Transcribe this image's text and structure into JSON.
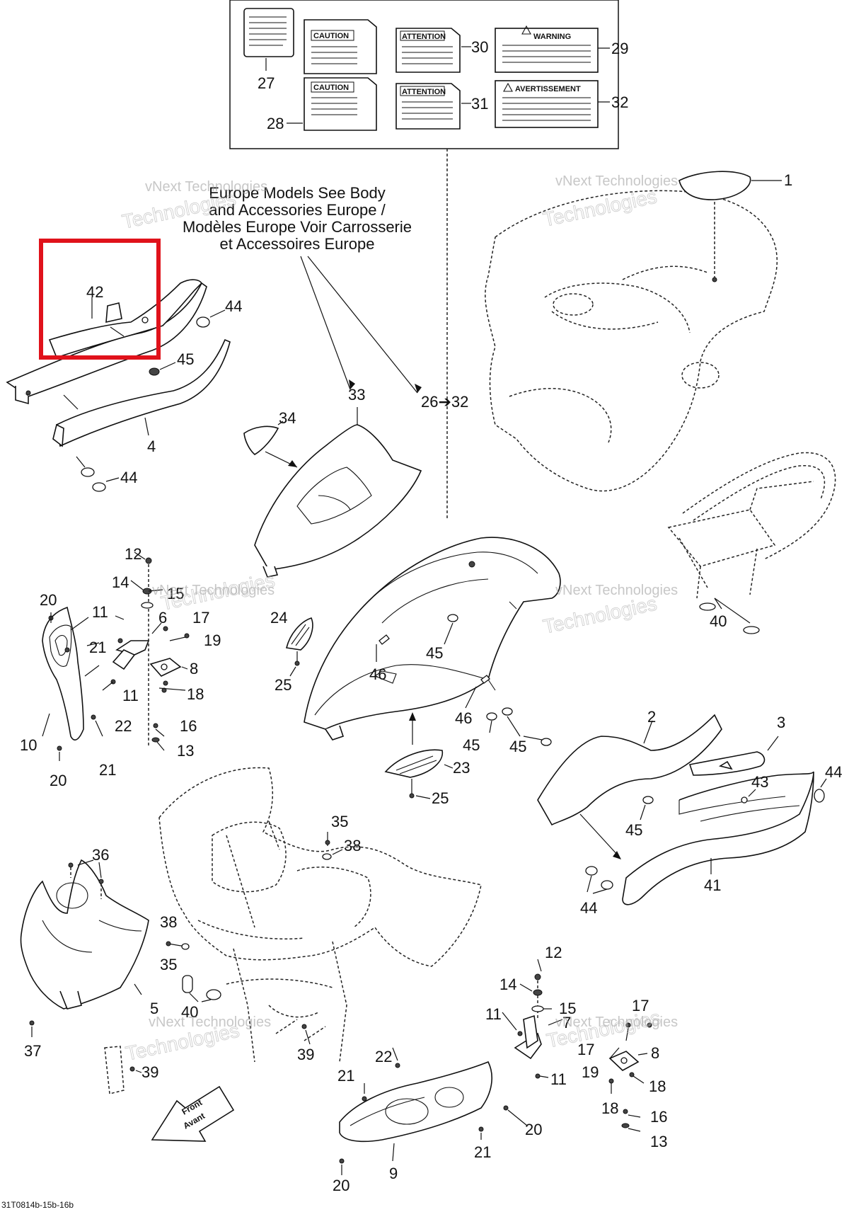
{
  "caption": {
    "line1": "Europe Models See Body",
    "line2": "and Accessories Europe /",
    "line3": "Modèles Europe Voir Carrosserie",
    "line4": "et Accessoires Europe"
  },
  "labels": {
    "caution": "CAUTION",
    "attention": "ATTENTION",
    "warning": "WARNING",
    "avertissement": "AVERTISSEMENT"
  },
  "range_callout": "26➔32",
  "front_arrow": {
    "line1": "Front",
    "line2": "Avant"
  },
  "watermark": {
    "brand": "vNext",
    "text1": "vNext Technologies",
    "text2": "Technologies"
  },
  "drawing_code": "31T0814b-15b-16b",
  "highlighted_part": "42",
  "callouts": {
    "c27": "27",
    "c28": "28",
    "c29": "29",
    "c30": "30",
    "c31": "31",
    "c32": "32",
    "c1": "1",
    "c42": "42",
    "c44a": "44",
    "c45a": "45",
    "c4": "4",
    "c44b": "44",
    "c33": "33",
    "c34": "34",
    "c12a": "12",
    "c14a": "14",
    "c15a": "15",
    "c20a": "20",
    "c11a": "11",
    "c6": "6",
    "c17a": "17",
    "c19a": "19",
    "c21a": "21",
    "c8a": "8",
    "c11b": "11",
    "c18a": "18",
    "c22a": "22",
    "c16a": "16",
    "c10": "10",
    "c13a": "13",
    "c21b": "21",
    "c20b": "20",
    "c24": "24",
    "c25a": "25",
    "c45b": "45",
    "c46a": "46",
    "c46b": "46",
    "c45c": "45",
    "c45d": "45",
    "c40a": "40",
    "c23": "23",
    "c25b": "25",
    "c2": "2",
    "c3": "3",
    "c43": "43",
    "c44c": "44",
    "c45e": "45",
    "c41": "41",
    "c44d": "44",
    "c35a": "35",
    "c38a": "38",
    "c36": "36",
    "c38b": "38",
    "c35b": "35",
    "c40b": "40",
    "c5": "5",
    "c37": "37",
    "c39a": "39",
    "c39b": "39",
    "c12b": "12",
    "c14b": "14",
    "c15b": "15",
    "c17b": "17",
    "c11c": "11",
    "c7": "7",
    "c17c": "17",
    "c8b": "8",
    "c19b": "19",
    "c22b": "22",
    "c21c": "21",
    "c11d": "11",
    "c18b": "18",
    "c18c": "18",
    "c16b": "16",
    "c20c": "20",
    "c13b": "13",
    "c21d": "21",
    "c9": "9",
    "c20d": "20"
  }
}
